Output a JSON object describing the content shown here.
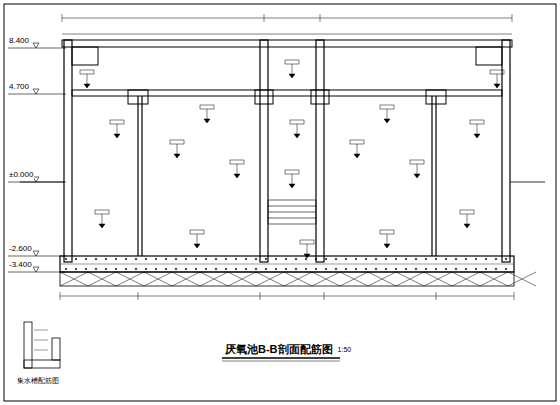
{
  "diagram": {
    "title": "厌氧池B-B剖面配筋图",
    "labels": [
      "8.400",
      "4.700",
      "±0.000",
      "-2.600",
      "-3.400",
      "1:50",
      "集水槽配筋图"
    ]
  }
}
